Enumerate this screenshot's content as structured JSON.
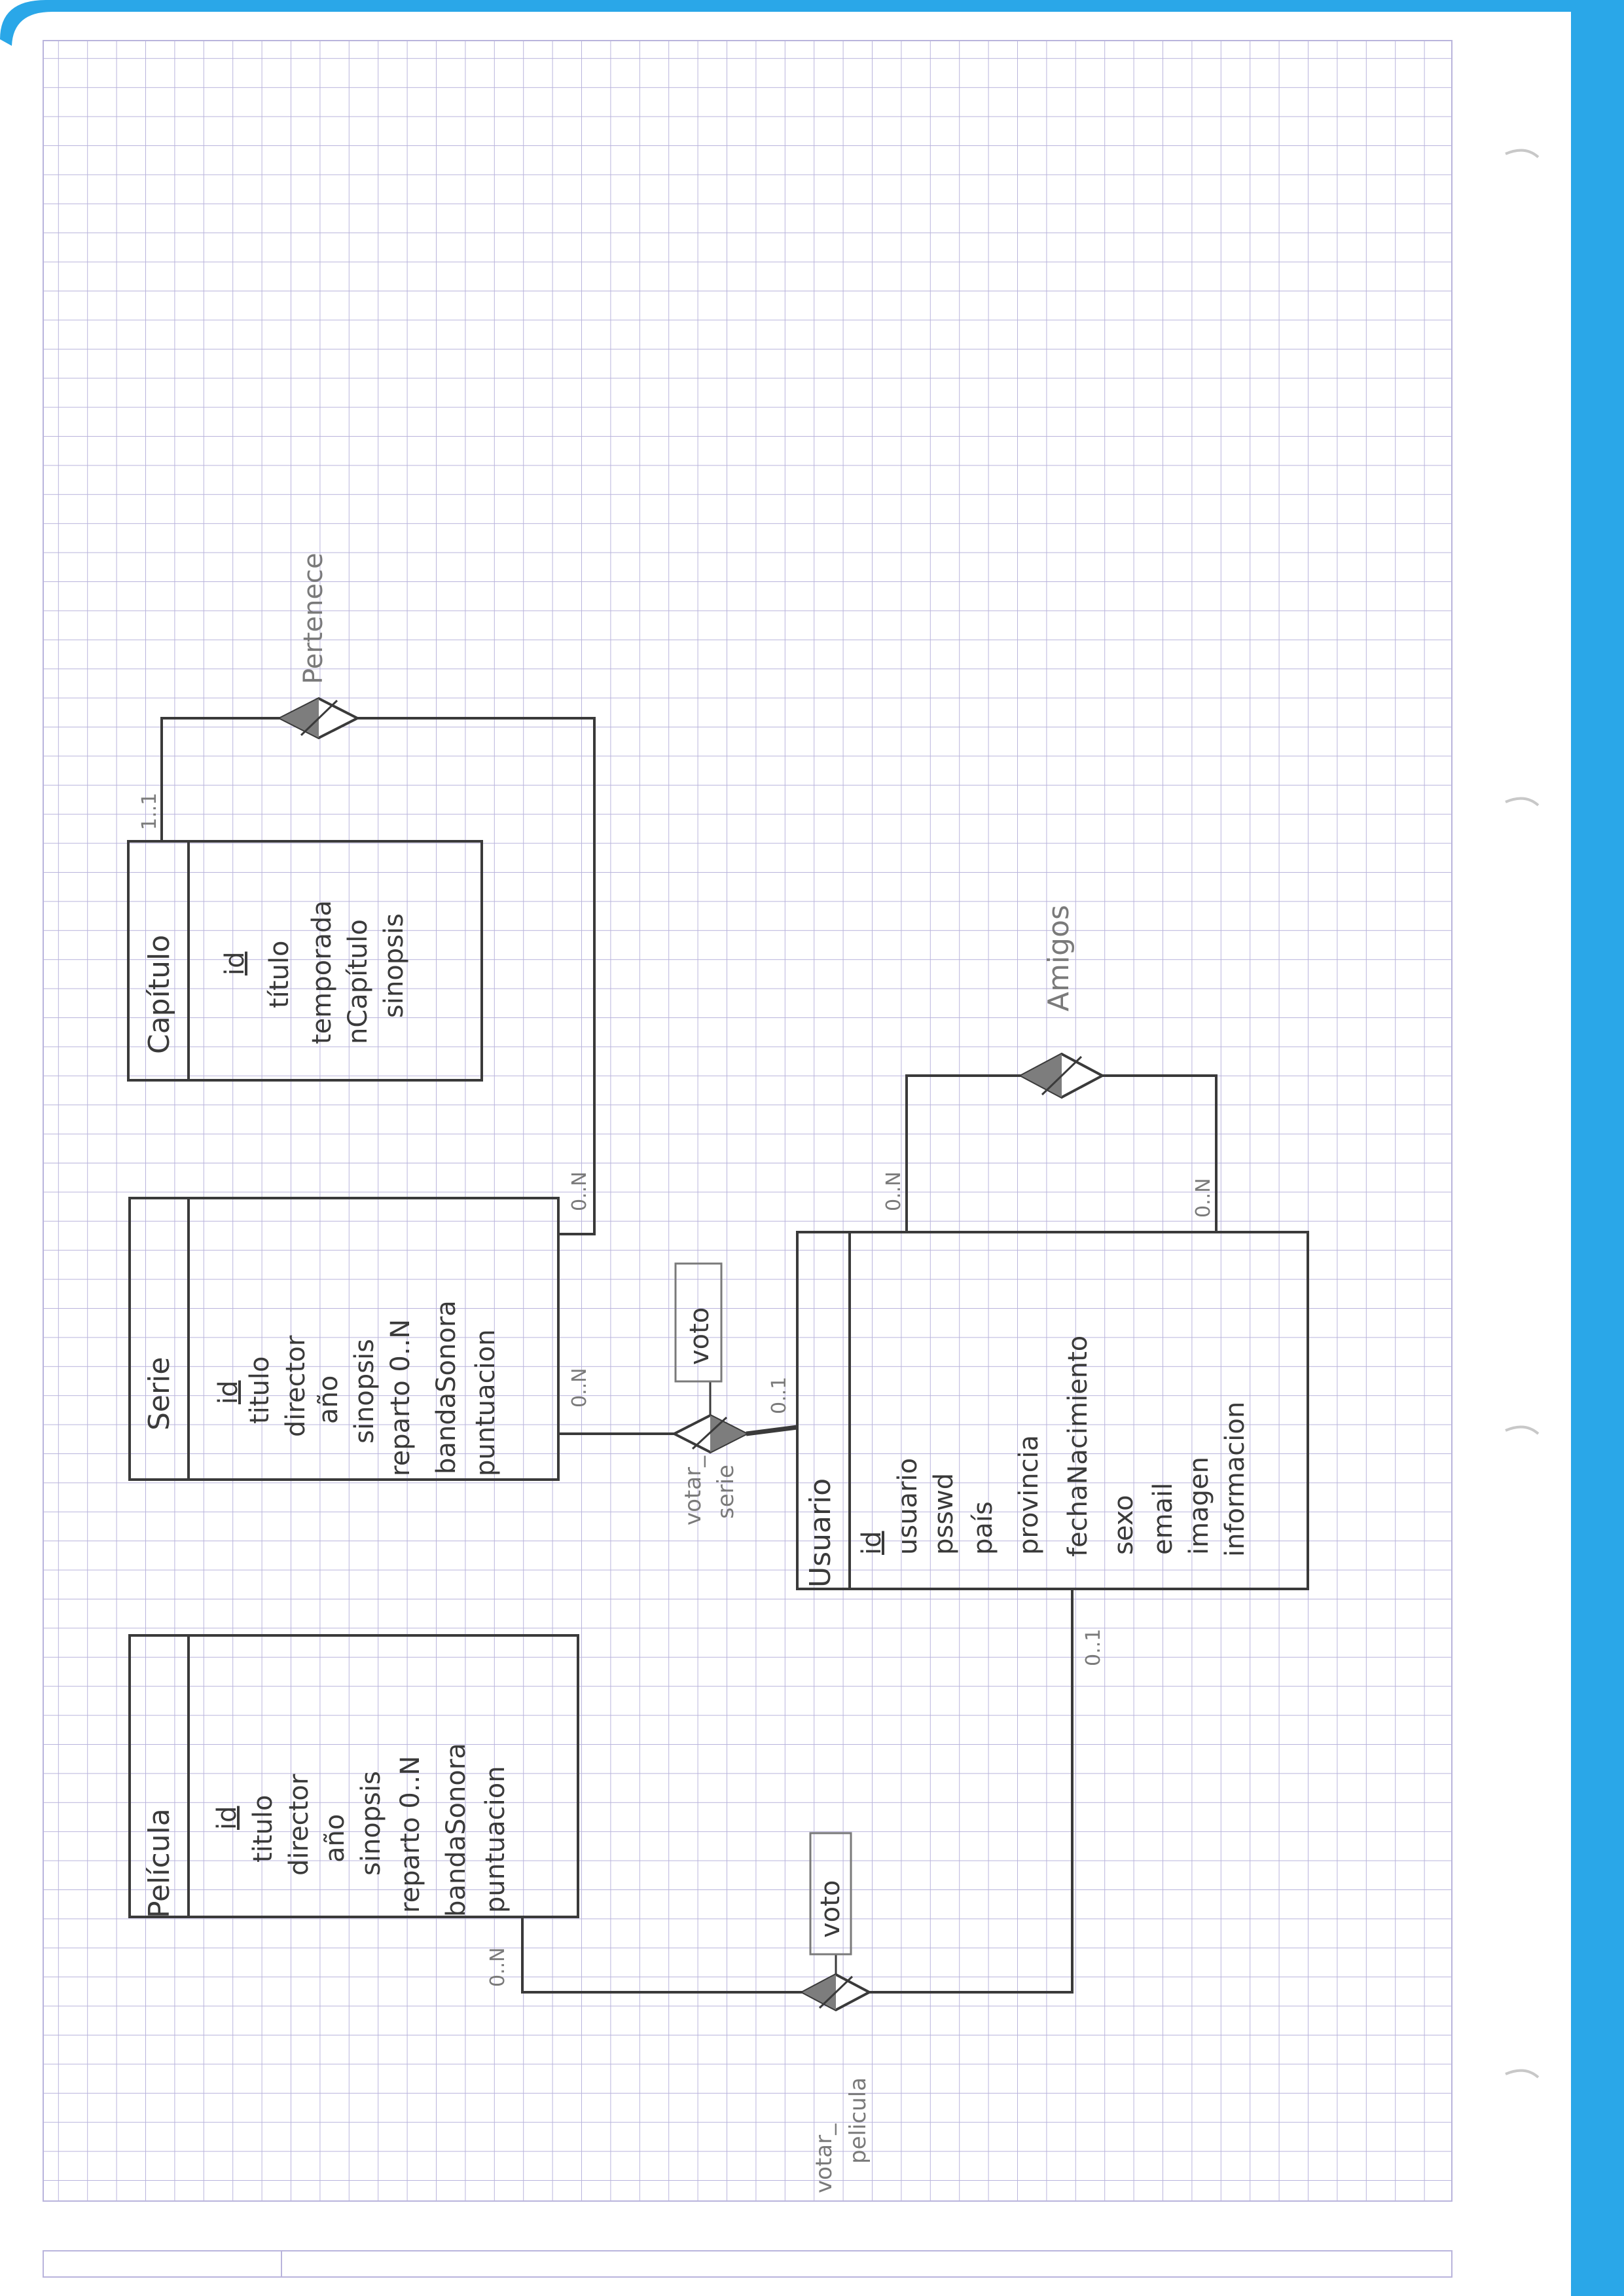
{
  "colors": {
    "paper": "#ffffff",
    "grid": "#b9b4dc",
    "ink": "#3a3a3a",
    "pencil_light": "#7a7a7a",
    "margin_band": "#2aa7e8",
    "relationship_fill": "#7d7d7d"
  },
  "entities": {
    "pelicula": {
      "name": "Película",
      "attributes": [
        "id",
        "titulo",
        "director",
        "año",
        "sinopsis",
        "reparto 0..N",
        "bandaSonora",
        "puntuacion"
      ]
    },
    "serie": {
      "name": "Serie",
      "attributes": [
        "id",
        "titulo",
        "director",
        "año",
        "sinopsis",
        "reparto 0..N",
        "bandaSonora",
        "puntuacion"
      ]
    },
    "capitulo": {
      "name": "Capítulo",
      "attributes": [
        "id",
        "título",
        "temporada",
        "nCapítulo",
        "sinopsis"
      ]
    },
    "usuario": {
      "name": "Usuario",
      "attributes": [
        "id",
        "usuario",
        "psswd",
        "país",
        "provincia",
        "fechaNacimiento",
        "sexo",
        "email",
        "imagen",
        "informacion"
      ]
    }
  },
  "relationships": {
    "pertenece": {
      "name": "Pertenece"
    },
    "amigos": {
      "name": "Amigos"
    },
    "votar_serie": {
      "name_line1": "votar_",
      "name_line2": "serie",
      "attribute": "voto"
    },
    "votar_pelicula": {
      "name_line1": "votar_",
      "name_line2": "pelicula",
      "attribute": "voto"
    }
  },
  "cardinalities": {
    "capitulo_pertenece": "1..1",
    "serie_pertenece": "0..N",
    "serie_votar": "0..N",
    "usuario_votar_serie": "0..1",
    "usuario_amigos_a": "0..N",
    "usuario_amigos_b": "0..N",
    "usuario_votar_pelicula": "0..1",
    "pelicula_votar": "0..N"
  }
}
